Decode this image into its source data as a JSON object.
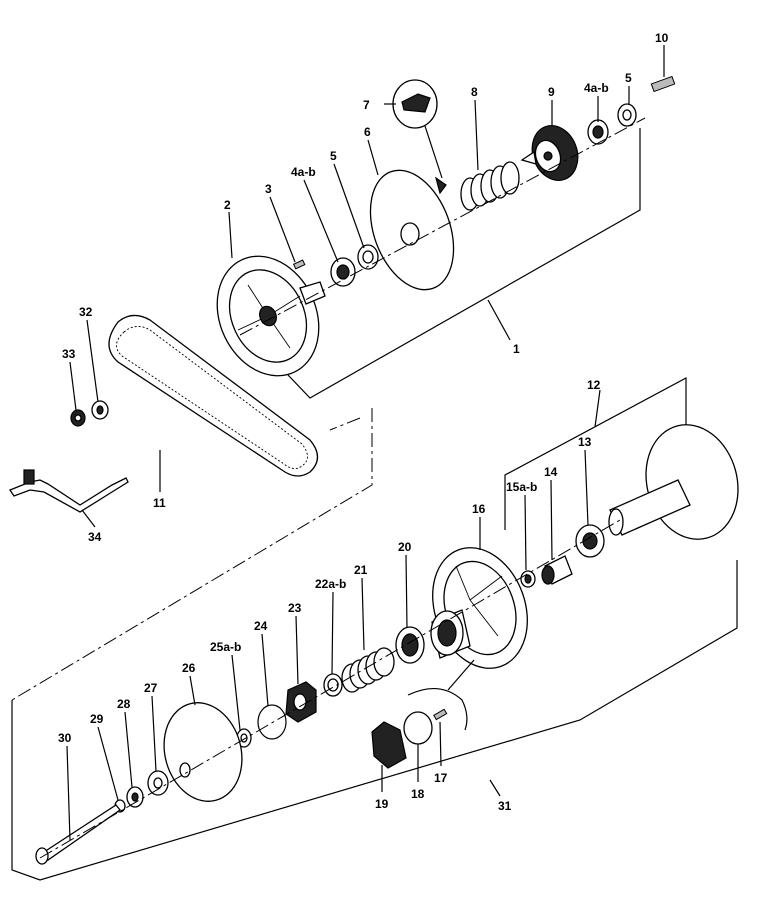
{
  "labels": {
    "l1": "1",
    "l2": "2",
    "l3": "3",
    "l4ab_top_left": "4a-b",
    "l5_top_left": "5",
    "l6": "6",
    "l7": "7",
    "l8": "8",
    "l9": "9",
    "l4ab_top_right": "4a-b",
    "l5_top_right": "5",
    "l10": "10",
    "l11": "11",
    "l12": "12",
    "l13": "13",
    "l14": "14",
    "l15ab": "15a-b",
    "l16": "16",
    "l17": "17",
    "l18": "18",
    "l19": "19",
    "l20": "20",
    "l21": "21",
    "l22ab": "22a-b",
    "l23": "23",
    "l24": "24",
    "l25ab": "25a-b",
    "l26": "26",
    "l27": "27",
    "l28": "28",
    "l29": "29",
    "l30": "30",
    "l31": "31",
    "l32": "32",
    "l33": "33",
    "l34": "34"
  }
}
